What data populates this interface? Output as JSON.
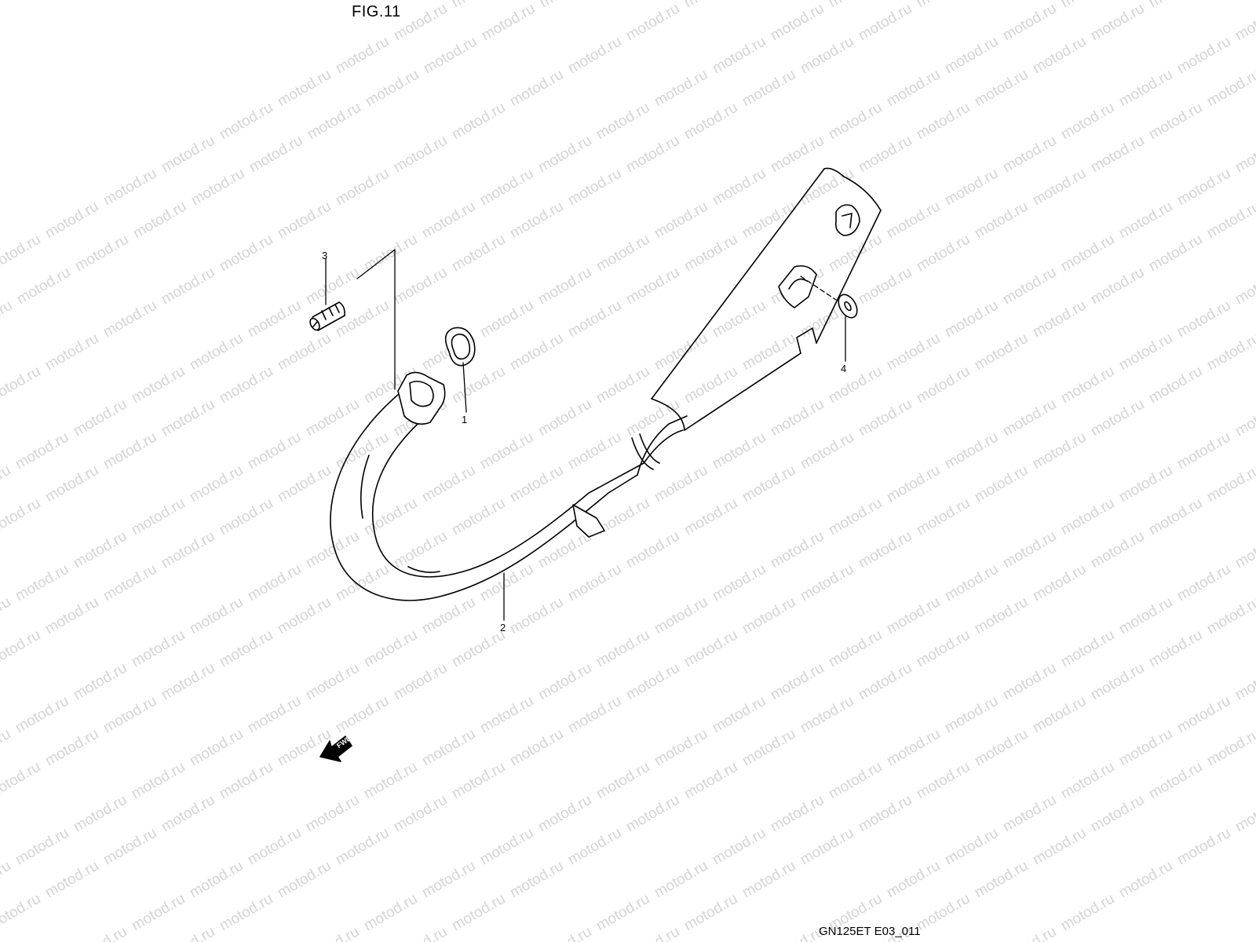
{
  "figure": {
    "title": "FIG.11",
    "code": "GN125ET E03_011"
  },
  "watermark": {
    "text": "motod.ru"
  },
  "parts": [
    {
      "number": "1",
      "name": "gasket"
    },
    {
      "number": "2",
      "name": "exhaust-pipe-muffler"
    },
    {
      "number": "3",
      "name": "bolt"
    },
    {
      "number": "4",
      "name": "washer"
    }
  ],
  "direction": {
    "label": "FWD",
    "pointing": "lower-left"
  },
  "colors": {
    "line": "#000000",
    "watermark": "#d4d4d4",
    "background": "#ffffff"
  },
  "icons": [
    "fwd-arrow-icon"
  ]
}
